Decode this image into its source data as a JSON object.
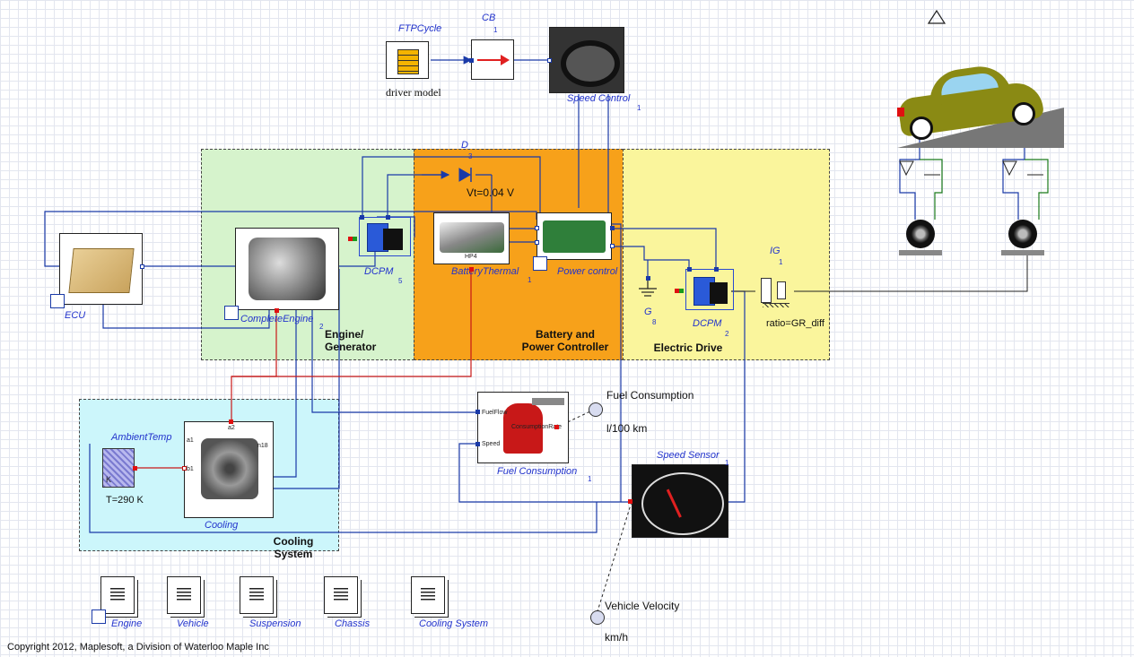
{
  "labels": {
    "ftp_cycle": "FTPCycle",
    "cb": "CB",
    "cb_sub": "1",
    "driver_model": "driver model",
    "speed_control": "Speed Control",
    "speed_control_sub": "1",
    "diode": "D",
    "diode_sub": "3",
    "diode_param": "Vt=0.04 V",
    "ecu": "ECU",
    "complete_engine": "CompleteEngine",
    "complete_engine_sub": "2",
    "dcpm5": "DCPM",
    "dcpm5_sub": "5",
    "hp4": "HP4",
    "battery_thermal": "BatteryThermal",
    "battery_thermal_sub": "1",
    "power_control": "Power control",
    "ground": "G",
    "ground_sub": "8",
    "dcpm2": "DCPM",
    "dcpm2_sub": "2",
    "ig": "IG",
    "ig_sub": "1",
    "ig_param": "ratio=GR_diff",
    "ambient_temp": "AmbientTemp",
    "ambient_k": "K",
    "ambient_param": "T=290 K",
    "cooling": "Cooling",
    "fuel_consumption": "Fuel Consumption",
    "fuel_consumption_sub": "1",
    "fuel_port_in": "FuelFlow",
    "fuel_port_rate": "ConsumptionRate",
    "fuel_port_speed": "Speed",
    "fuel_probe_name": "Fuel Consumption",
    "fuel_probe_unit": "l/100 km",
    "speed_sensor": "Speed Sensor",
    "speed_sensor_sub": "1",
    "velocity_probe_name": "Vehicle Velocity",
    "velocity_probe_unit": "km/h",
    "cooling_ports": [
      "a2",
      "b1",
      "a1",
      "n18"
    ]
  },
  "regions": {
    "engine": "Engine/\nGenerator",
    "battery": "Battery and\nPower Controller",
    "electric": "Electric Drive",
    "cooling": "Cooling System"
  },
  "docs": [
    "Engine",
    "Vehicle",
    "Suspension",
    "Chassis",
    "Cooling System"
  ],
  "copyright": "Copyright 2012, Maplesoft, a Division of Waterloo Maple Inc",
  "colors": {
    "engine_region": "#d6f3cc",
    "battery_region": "#f7a11a",
    "electric_region": "#faf59c",
    "cooling_region": "#ccf6fb",
    "wire_blue": "#1a3aa8",
    "wire_red": "#c81818",
    "wire_green": "#1a7a1a"
  }
}
